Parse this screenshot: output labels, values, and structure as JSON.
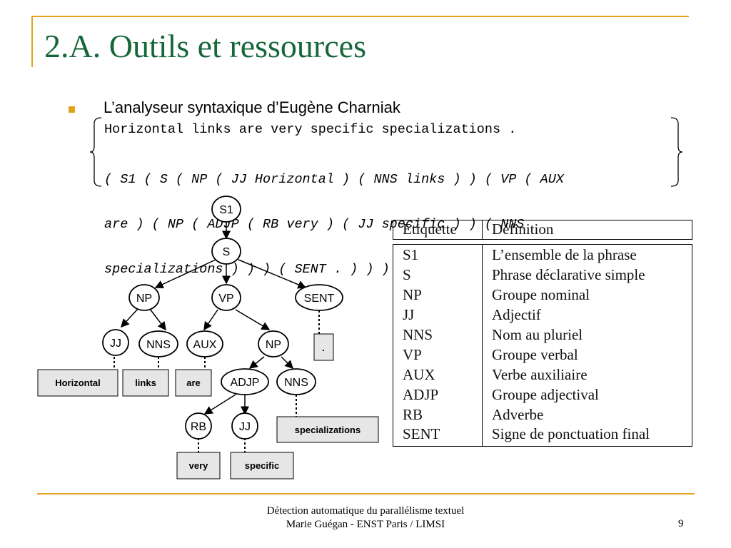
{
  "title": "2.A. Outils et ressources",
  "bullet": "L’analyseur syntaxique d’Eugène Charniak",
  "sentence": "Horizontal links are very specific specializations .",
  "parse_lines": [
    "( S1 ( S ( NP ( JJ Horizontal ) ( NNS links ) ) ( VP ( AUX",
    "are ) ( NP ( ADJP ( RB very ) ( JJ specific ) ) ( NNS",
    "specializations ) ) ) ( SENT . ) ) )"
  ],
  "tree": {
    "nodes": [
      "S1",
      "S",
      "NP",
      "VP",
      "SENT",
      "JJ",
      "NNS",
      "AUX",
      "NP",
      "ADJP",
      "NNS",
      "RB",
      "JJ"
    ],
    "leaves": [
      "Horizontal",
      "links",
      "are",
      ".",
      "specializations",
      "very",
      "specific"
    ]
  },
  "table": {
    "headers": [
      "Etiquette",
      "Définition"
    ],
    "rows": [
      [
        "S1",
        "L’ensemble de la phrase"
      ],
      [
        "S",
        "Phrase déclarative simple"
      ],
      [
        "NP",
        "Groupe nominal"
      ],
      [
        "JJ",
        "Adjectif"
      ],
      [
        "NNS",
        "Nom au pluriel"
      ],
      [
        "VP",
        "Groupe verbal"
      ],
      [
        "AUX",
        "Verbe auxiliaire"
      ],
      [
        "ADJP",
        "Groupe adjectival"
      ],
      [
        "RB",
        "Adverbe"
      ],
      [
        "SENT",
        "Signe de ponctuation final"
      ]
    ]
  },
  "footer": {
    "line1": "Détection automatique du parallélisme textuel",
    "line2": "Marie Guégan - ENST Paris / LIMSI",
    "page": "9"
  },
  "colors": {
    "accent": "#e0a31a",
    "title": "#15673a",
    "leaf_fill": "#e6e6e6"
  }
}
